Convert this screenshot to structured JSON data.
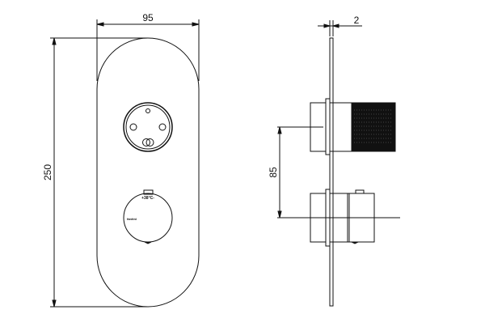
{
  "dimensions": {
    "width_label": "95",
    "height_label": "250",
    "plate_thickness_label": "2",
    "center_distance_label": "85"
  },
  "knob_markings": {
    "temperature_label": "+38°C-",
    "brand_label": "fantini"
  }
}
